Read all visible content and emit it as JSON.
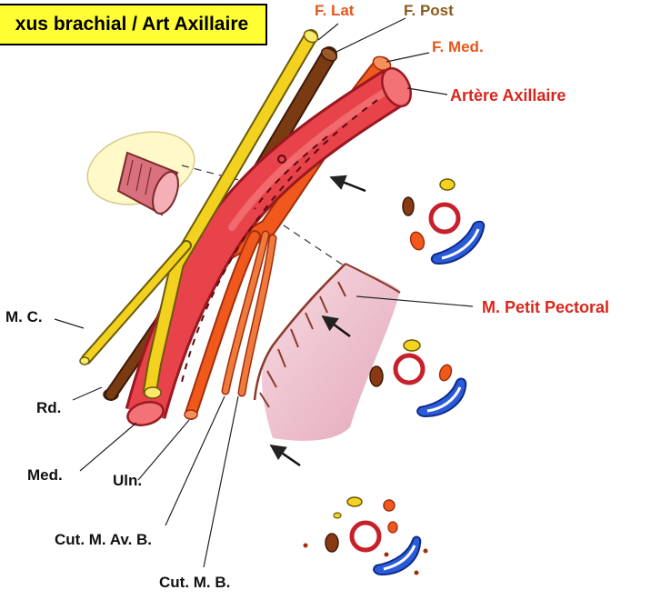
{
  "title": "xus brachial / Art Axillaire",
  "labels": {
    "f_lat": "F. Lat",
    "f_post": "F. Post",
    "f_med": "F. Med.",
    "artere_axillaire": "Artère Axillaire",
    "m_petit_pectoral": "M. Petit Pectoral",
    "m_c": "M. C.",
    "rd": "Rd.",
    "med": "Med.",
    "uln": "Uln.",
    "cut_m_av_b": "Cut. M. Av. B.",
    "cut_m_b": "Cut. M. B."
  },
  "colors": {
    "title_bg": "#ffff33",
    "artery": "#e8434a",
    "artery_dark": "#b5202a",
    "lateral_cord": "#f2d21e",
    "posterior_cord": "#7a3a12",
    "medial_cord": "#f0581c",
    "vein": "#2a5bd8",
    "muscle": "#f2c6d2",
    "muscle_border": "#8a3a2a",
    "label_orange": "#e8561c",
    "label_brown": "#8a5a1c",
    "label_red": "#d9261c"
  }
}
